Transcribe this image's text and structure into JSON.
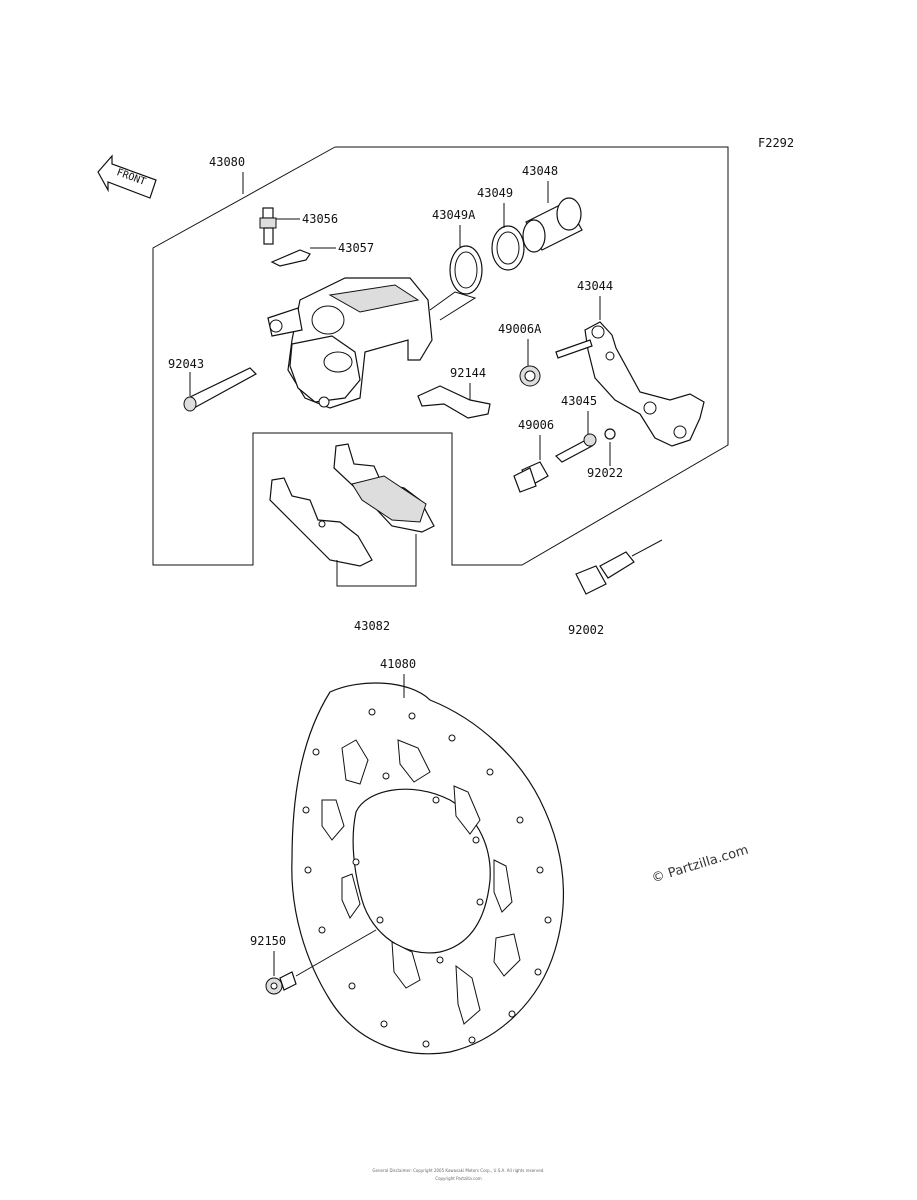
{
  "figure_code": "F2292",
  "front_label": "FRONT",
  "parts": {
    "p43080": "43080",
    "p43056": "43056",
    "p43057": "43057",
    "p43048": "43048",
    "p43049": "43049",
    "p43049A": "43049A",
    "p43044": "43044",
    "p49006A": "49006A",
    "p92043": "92043",
    "p92144": "92144",
    "p43045": "43045",
    "p49006": "49006",
    "p92022": "92022",
    "p43082": "43082",
    "p92002": "92002",
    "p41080": "41080",
    "p92150": "92150"
  },
  "watermark": "© Partzilla.com",
  "footer": {
    "line1": "General Disclaimer: Copyright 2005 Kawasaki Motors Corp., U.S.A. All rights reserved.",
    "line2": "Copyright Partzilla.com"
  }
}
